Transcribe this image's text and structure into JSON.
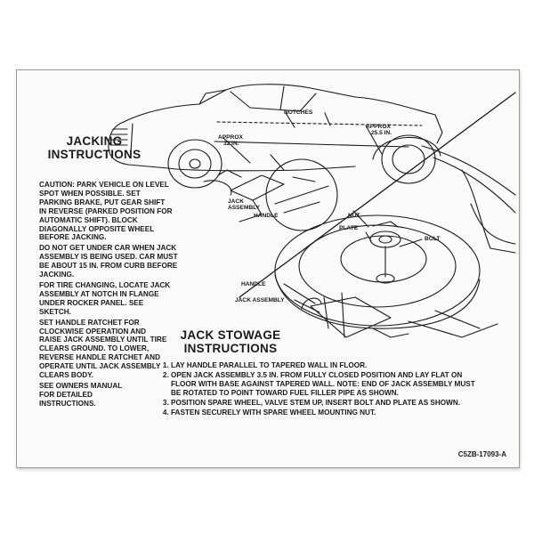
{
  "decal": {
    "jacking_title": [
      "JACKING",
      "INSTRUCTIONS"
    ],
    "caution_paragraphs": [
      "CAUTION: PARK VEHICLE ON LEVEL SPOT WHEN POSSIBLE. SET PARKING BRAKE, PUT GEAR SHIFT IN REVERSE (PARKED POSITION FOR AUTOMATIC SHIFT). BLOCK DIAGONALLY OPPOSITE WHEEL BEFORE JACKING.",
      "DO NOT GET UNDER CAR WHEN JACK ASSEMBLY IS BEING USED. CAR MUST BE ABOUT 15 IN. FROM CURB BEFORE JACKING.",
      "FOR TIRE CHANGING, LOCATE JACK ASSEMBLY AT NOTCH IN FLANGE UNDER ROCKER PANEL. SEE SKETCH.",
      "SET HANDLE RATCHET FOR CLOCKWISE OPERATION AND RAISE JACK ASSEMBLY UNTIL TIRE CLEARS GROUND. TO LOWER, REVERSE HANDLE RATCHET AND OPERATE UNTIL JACK ASSEMBLY CLEARS BODY.",
      "SEE OWNERS MANUAL FOR DETAILED INSTRUCTIONS."
    ],
    "stowage_title": [
      "JACK STOWAGE",
      "INSTRUCTIONS"
    ],
    "stowage_steps": [
      "LAY HANDLE PARALLEL TO TAPERED WALL IN FLOOR.",
      "OPEN JACK ASSEMBLY 3.5 IN. FROM FULLY CLOSED POSITION AND LAY FLAT ON FLOOR WITH BASE AGAINST TAPERED WALL. NOTE: END OF JACK ASSEMBLY MUST BE ROTATED TO POINT TOWARD FUEL FILLER PIPE AS SHOWN.",
      "POSITION SPARE WHEEL, VALVE STEM UP, INSERT BOLT AND PLATE AS SHOWN.",
      "FASTEN SECURELY WITH SPARE WHEEL MOUNTING NUT."
    ],
    "labels": {
      "notches": "NOTCHES",
      "approx_front": [
        "APPROX",
        "32 IN."
      ],
      "approx_rear": [
        "APPROX",
        "25.5 IN."
      ],
      "jack_assembly_top": [
        "JACK",
        "ASSEMBLY"
      ],
      "handle_top": "HANDLE",
      "nut": "NUT",
      "plate": "PLATE",
      "bolt": "BOLT",
      "handle_bottom": "HANDLE",
      "jack_assembly_bottom": "JACK ASSEMBLY"
    },
    "part_number": "C5ZB-17093-A"
  }
}
